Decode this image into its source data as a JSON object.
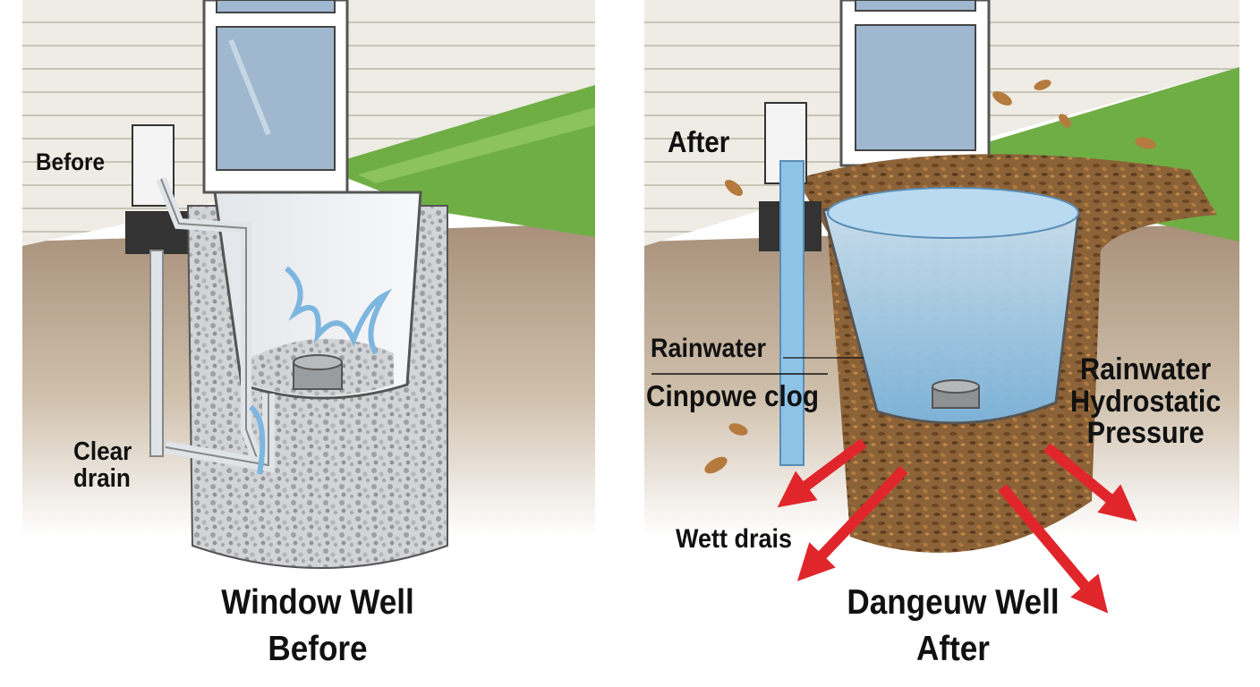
{
  "left_panel": {
    "label_before": "Before",
    "label_clear_drain": "Clear\ndrain",
    "title_line1": "Window Well",
    "title_line2": "Before"
  },
  "right_panel": {
    "label_after": "After",
    "label_rainwater": "Rainwater",
    "label_clog": "Cinpowe clog",
    "label_wet_drains": "Wett drais",
    "label_pressure": "Rainwater\nHydrostatic\nPressure",
    "title_line1": "Dangeuw Well",
    "title_line2": "After"
  },
  "colors": {
    "siding": "#eceae2",
    "grass": "#6fae45",
    "soil": "#b8a48a",
    "gravel": "#c9cbcd",
    "debris": "#8a5a2e",
    "water": "#8fc3e6",
    "arrow": "#e0262b",
    "window_glass": "#9fb8cf"
  }
}
